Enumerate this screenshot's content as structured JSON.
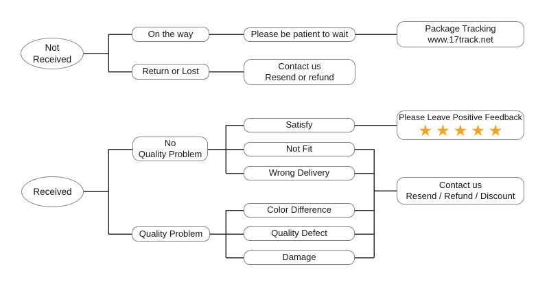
{
  "colors": {
    "star": "#F6A31B",
    "line": "#2b2b2b",
    "box_border": "#828282",
    "background": "#ffffff",
    "text": "#161616"
  },
  "flow_not_received": {
    "root": {
      "line1": "Not",
      "line2": "Received"
    },
    "on_the_way": "On the way",
    "be_patient": "Please be patient to wait",
    "package_tracking": {
      "line1": "Package Tracking",
      "line2": "www.17track.net"
    },
    "return_or_lost": "Return or Lost",
    "contact": {
      "line1": "Contact us",
      "line2": "Resend or refund"
    }
  },
  "flow_received": {
    "root": "Received",
    "no_quality_problem": {
      "line1": "No",
      "line2": "Quality Problem"
    },
    "satisfy": "Satisfy",
    "not_fit": "Not Fit",
    "wrong_delivery": "Wrong Delivery",
    "quality_problem": "Quality Problem",
    "color_difference": "Color Difference",
    "quality_defect": "Quality Defect",
    "damage": "Damage",
    "feedback": {
      "title": "Please Leave Positive Feedback",
      "stars": "★★★★★"
    },
    "contact": {
      "line1": "Contact us",
      "line2": "Resend / Refund / Discount"
    }
  }
}
